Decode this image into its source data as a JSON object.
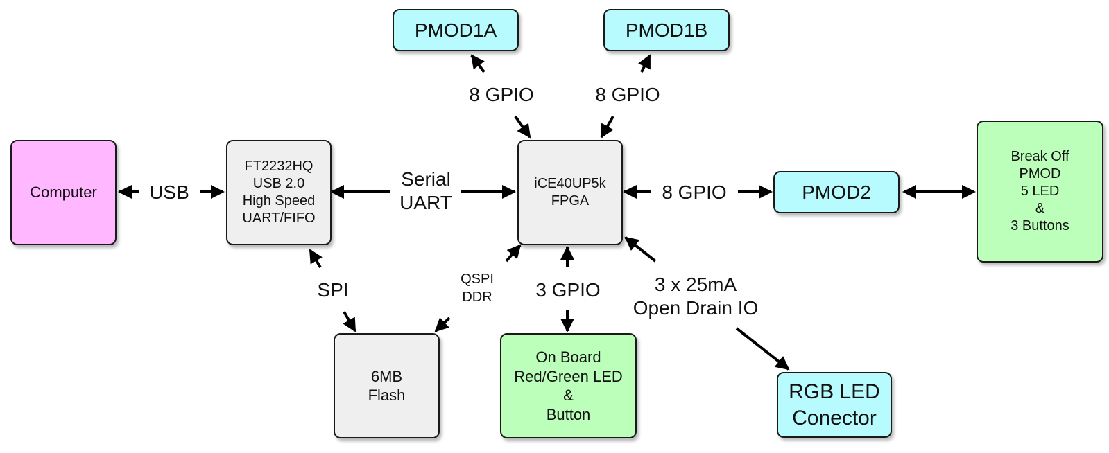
{
  "diagram": {
    "nodes": {
      "computer": {
        "lines": [
          "Computer"
        ],
        "color": "#ffb8ff"
      },
      "ft2232": {
        "lines": [
          "FT2232HQ",
          "USB 2.0",
          "High Speed",
          "UART/FIFO"
        ],
        "color": "#efefef"
      },
      "fpga": {
        "lines": [
          "iCE40UP5k",
          "FPGA"
        ],
        "color": "#efefef"
      },
      "pmod1a": {
        "lines": [
          "PMOD1A"
        ],
        "color": "#b8fbff"
      },
      "pmod1b": {
        "lines": [
          "PMOD1B"
        ],
        "color": "#b8fbff"
      },
      "pmod2": {
        "lines": [
          "PMOD2"
        ],
        "color": "#b8fbff"
      },
      "breakoff": {
        "lines": [
          "Break Off",
          "PMOD",
          "5 LED",
          "&",
          "3 Buttons"
        ],
        "color": "#bbffbb"
      },
      "flash": {
        "lines": [
          "6MB",
          "Flash"
        ],
        "color": "#efefef"
      },
      "onboard": {
        "lines": [
          "On Board",
          "Red/Green LED",
          "&",
          "Button"
        ],
        "color": "#bbffbb"
      },
      "rgb": {
        "lines": [
          "RGB LED",
          "Conector"
        ],
        "color": "#b8fbff"
      }
    },
    "edges": {
      "usb": {
        "from": "computer",
        "to": "ft2232",
        "lines": [
          "USB"
        ],
        "direction": "bidirectional"
      },
      "uart": {
        "from": "ft2232",
        "to": "fpga",
        "lines": [
          "Serial",
          "UART"
        ],
        "direction": "bidirectional"
      },
      "gpio_1a": {
        "from": "fpga",
        "to": "pmod1a",
        "lines": [
          "8 GPIO"
        ],
        "direction": "bidirectional"
      },
      "gpio_1b": {
        "from": "fpga",
        "to": "pmod1b",
        "lines": [
          "8 GPIO"
        ],
        "direction": "bidirectional"
      },
      "gpio_2": {
        "from": "fpga",
        "to": "pmod2",
        "lines": [
          "8 GPIO"
        ],
        "direction": "bidirectional"
      },
      "pmod2_breakoff": {
        "from": "pmod2",
        "to": "breakoff",
        "lines": [],
        "direction": "bidirectional"
      },
      "spi": {
        "from": "ft2232",
        "to": "flash",
        "lines": [
          "SPI"
        ],
        "direction": "bidirectional"
      },
      "qspi": {
        "from": "fpga",
        "to": "flash",
        "lines": [
          "QSPI",
          "DDR"
        ],
        "direction": "bidirectional"
      },
      "gpio_3": {
        "from": "fpga",
        "to": "onboard",
        "lines": [
          "3 GPIO"
        ],
        "direction": "bidirectional"
      },
      "open_drain": {
        "from": "fpga",
        "to": "rgb",
        "lines": [
          "3 x 25mA",
          "Open Drain IO"
        ],
        "direction": "bidirectional"
      }
    }
  }
}
